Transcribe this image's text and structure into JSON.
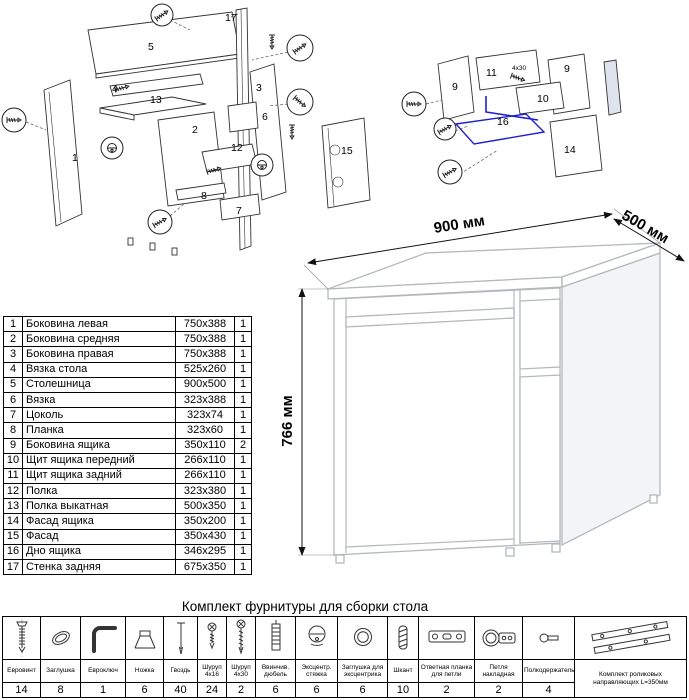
{
  "dimensions": {
    "width": "900 мм",
    "depth": "500 мм",
    "height": "766 мм"
  },
  "exploded_left": {
    "labels": [
      "17",
      "5",
      "4",
      "13",
      "2",
      "3",
      "6",
      "12",
      "1",
      "15",
      "8",
      "7"
    ]
  },
  "exploded_right": {
    "labels": [
      "9",
      "11",
      "9",
      "10",
      "16",
      "14"
    ],
    "note": "4x30"
  },
  "parts_table": {
    "rows": [
      {
        "num": "1",
        "name": "Боковина левая",
        "size": "750x388",
        "qty": "1"
      },
      {
        "num": "2",
        "name": "Боковина средняя",
        "size": "750x388",
        "qty": "1"
      },
      {
        "num": "3",
        "name": "Боковина правая",
        "size": "750x388",
        "qty": "1"
      },
      {
        "num": "4",
        "name": "Вязка стола",
        "size": "525x260",
        "qty": "1"
      },
      {
        "num": "5",
        "name": "Столешница",
        "size": "900x500",
        "qty": "1"
      },
      {
        "num": "6",
        "name": "Вязка",
        "size": "323x388",
        "qty": "1"
      },
      {
        "num": "7",
        "name": "Цоколь",
        "size": "323x74",
        "qty": "1"
      },
      {
        "num": "8",
        "name": "Планка",
        "size": "323x60",
        "qty": "1"
      },
      {
        "num": "9",
        "name": "Боковина ящика",
        "size": "350x110",
        "qty": "2"
      },
      {
        "num": "10",
        "name": "Щит ящика передний",
        "size": "266x110",
        "qty": "1"
      },
      {
        "num": "11",
        "name": "Щит ящика задний",
        "size": "266x110",
        "qty": "1"
      },
      {
        "num": "12",
        "name": "Полка",
        "size": "323x380",
        "qty": "1"
      },
      {
        "num": "13",
        "name": "Полка выкатная",
        "size": "500x350",
        "qty": "1"
      },
      {
        "num": "14",
        "name": "Фасад ящика",
        "size": "350x200",
        "qty": "1"
      },
      {
        "num": "15",
        "name": "Фасад",
        "size": "350x430",
        "qty": "1"
      },
      {
        "num": "16",
        "name": "Дно ящика",
        "size": "346x295",
        "qty": "1"
      },
      {
        "num": "17",
        "name": "Стенка задняя",
        "size": "675x350",
        "qty": "1"
      }
    ]
  },
  "hardware": {
    "title": "Комплект фурнитуры для сборки стола",
    "items": [
      {
        "label": "Евровинт",
        "qty": "14",
        "icon": "euro-screw"
      },
      {
        "label": "Заглушка",
        "qty": "8",
        "icon": "cap"
      },
      {
        "label": "Евроключ",
        "qty": "1",
        "icon": "hex-key"
      },
      {
        "label": "Ножка",
        "qty": "6",
        "icon": "foot"
      },
      {
        "label": "Гвоздь",
        "qty": "40",
        "icon": "nail"
      },
      {
        "label": "Шуруп 4x16",
        "qty": "24",
        "icon": "screw-4x16"
      },
      {
        "label": "Шуруп 4x30",
        "qty": "2",
        "icon": "screw-4x30"
      },
      {
        "label": "Ввинчив. дюбель",
        "qty": "6",
        "icon": "screw-in-dowel"
      },
      {
        "label": "Эксцентр. стяжка",
        "qty": "6",
        "icon": "cam-lock"
      },
      {
        "label": "Заглушка для эксцентрика",
        "qty": "6",
        "icon": "cam-cap"
      },
      {
        "label": "Шкант",
        "qty": "10",
        "icon": "wood-dowel"
      },
      {
        "label": "Ответная планка для петли",
        "qty": "2",
        "icon": "hinge-plate"
      },
      {
        "label": "Петля накладная",
        "qty": "2",
        "icon": "overlay-hinge"
      },
      {
        "label": "Полкодержатель",
        "qty": "4",
        "icon": "shelf-support"
      },
      {
        "label": "Комплект роликовых направляющих L=350мм",
        "qty": "",
        "icon": "roller-guides"
      }
    ]
  }
}
